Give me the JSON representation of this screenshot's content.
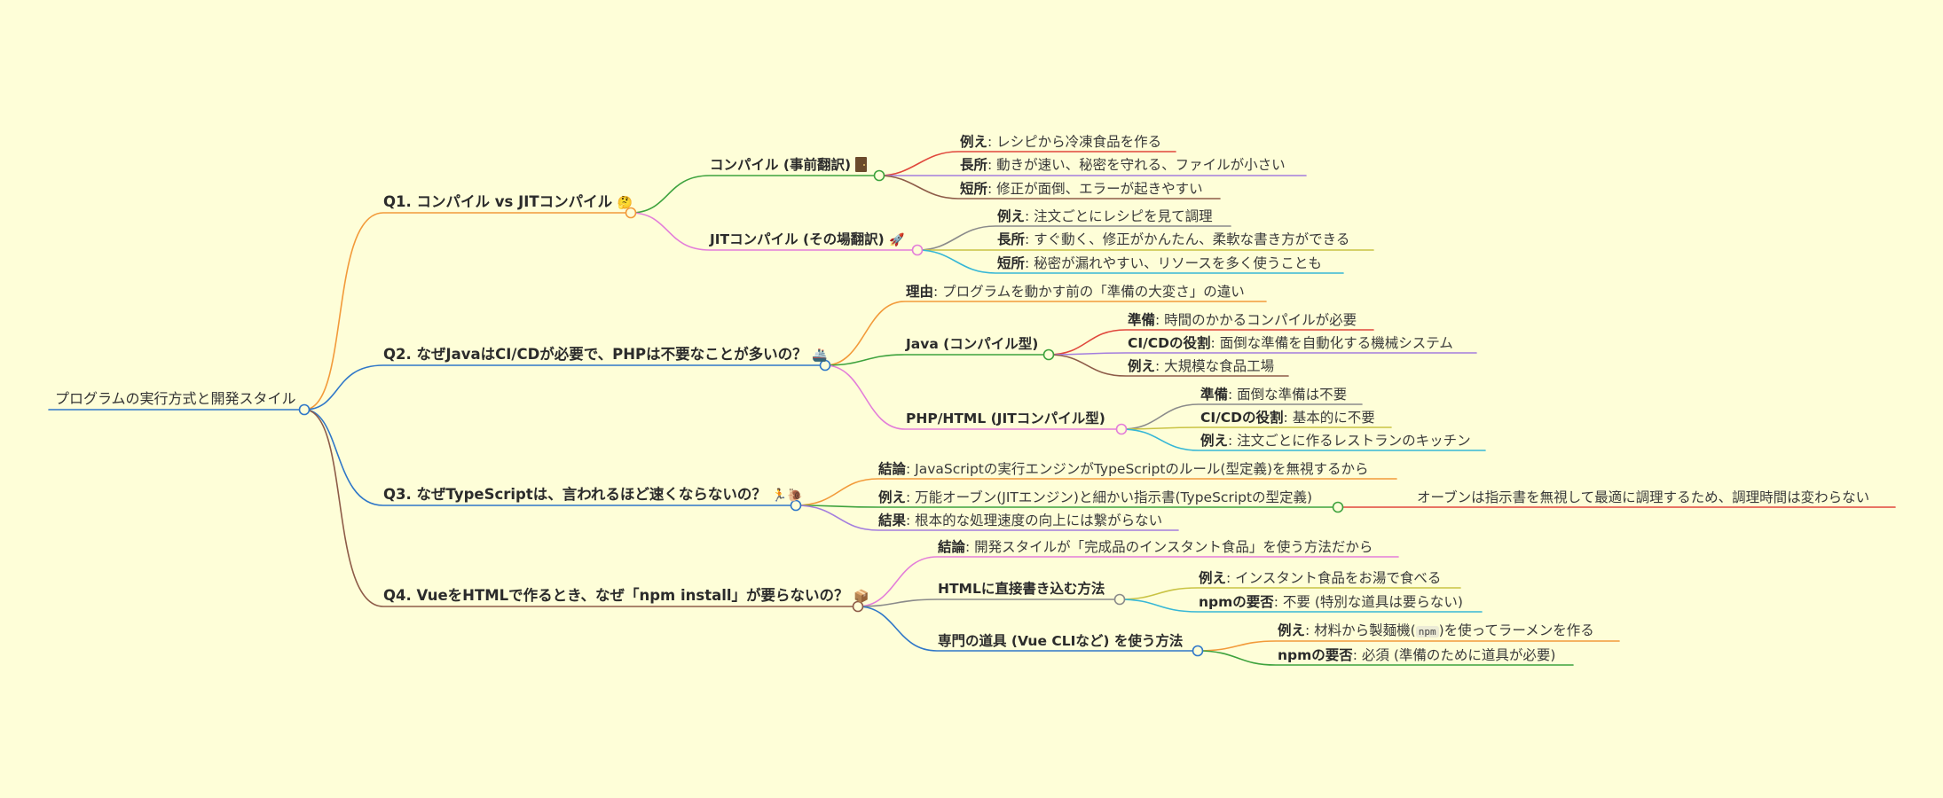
{
  "root": {
    "label": "プログラムの実行方式と開発スタイル"
  },
  "colors": {
    "background": "#fefed8",
    "orange": "#f29a3a",
    "blue": "#2f77c8",
    "brown": "#8d5b48",
    "green": "#3da23d",
    "pink": "#e37dd9",
    "red": "#e0473c",
    "purple": "#a37dde",
    "olive": "#c9c344",
    "cyan": "#36b7d6",
    "gray": "#8a8a8a"
  },
  "q1": {
    "label": "Q1. コンパイル vs JITコンパイル",
    "icon": "thinking-face-icon",
    "compile": {
      "label": "コンパイル (事前翻訳)",
      "icon": "door-icon",
      "example": {
        "k": "例え",
        "v": ": レシピから冷凍食品を作る"
      },
      "pros": {
        "k": "長所",
        "v": ": 動きが速い、秘密を守れる、ファイルが小さい"
      },
      "cons": {
        "k": "短所",
        "v": ": 修正が面倒、エラーが起きやすい"
      }
    },
    "jit": {
      "label": "JITコンパイル (その場翻訳)",
      "icon": "rocket-icon",
      "example": {
        "k": "例え",
        "v": ": 注文ごとにレシピを見て調理"
      },
      "pros": {
        "k": "長所",
        "v": ": すぐ動く、修正がかんたん、柔軟な書き方ができる"
      },
      "cons": {
        "k": "短所",
        "v": ": 秘密が漏れやすい、リソースを多く使うことも"
      }
    }
  },
  "q2": {
    "label": "Q2. なぜJavaはCI/CDが必要で、PHPは不要なことが多いの？",
    "icon": "ship-icon",
    "reason": {
      "k": "理由",
      "v": ": プログラムを動かす前の「準備の大変さ」の違い"
    },
    "java": {
      "label": "Java (コンパイル型)",
      "prep": {
        "k": "準備",
        "v": ": 時間のかかるコンパイルが必要"
      },
      "cicd": {
        "k": "CI/CDの役割",
        "v": ": 面倒な準備を自動化する機械システム"
      },
      "example": {
        "k": "例え",
        "v": ": 大規模な食品工場"
      }
    },
    "php": {
      "label": "PHP/HTML (JITコンパイル型)",
      "prep": {
        "k": "準備",
        "v": ": 面倒な準備は不要"
      },
      "cicd": {
        "k": "CI/CDの役割",
        "v": ": 基本的に不要"
      },
      "example": {
        "k": "例え",
        "v": ": 注文ごとに作るレストランのキッチン"
      }
    }
  },
  "q3": {
    "label": "Q3. なぜTypeScriptは、言われるほど速くならないの？",
    "icon": "runner-snail-icon",
    "conclusion": {
      "k": "結論",
      "v": ": JavaScriptの実行エンジンがTypeScriptのルール(型定義)を無視するから"
    },
    "example": {
      "k": "例え",
      "v": ": 万能オーブン(JITエンジン)と細かい指示書(TypeScriptの型定義)"
    },
    "example_child": "オーブンは指示書を無視して最適に調理するため、調理時間は変わらない",
    "result": {
      "k": "結果",
      "v": ": 根本的な処理速度の向上には繋がらない"
    }
  },
  "q4": {
    "label": "Q4. VueをHTMLで作るとき、なぜ「npm install」が要らないの？",
    "icon": "package-icon",
    "conclusion": {
      "k": "結論",
      "v": ": 開発スタイルが「完成品のインスタント食品」を使う方法だから"
    },
    "direct": {
      "label": "HTMLに直接書き込む方法",
      "example": {
        "k": "例え",
        "v": ": インスタント食品をお湯で食べる"
      },
      "npm": {
        "k": "npmの要否",
        "v": ": 不要 (特別な道具は要らない)"
      }
    },
    "tools": {
      "label": "専門の道具 (Vue CLIなど) を使う方法",
      "example": {
        "k": "例え",
        "v1": ": 材料から製麺機(",
        "code": "npm",
        "v2": ")を使ってラーメンを作る"
      },
      "npm": {
        "k": "npmの要否",
        "v": ": 必須 (準備のために道具が必要)"
      }
    }
  }
}
